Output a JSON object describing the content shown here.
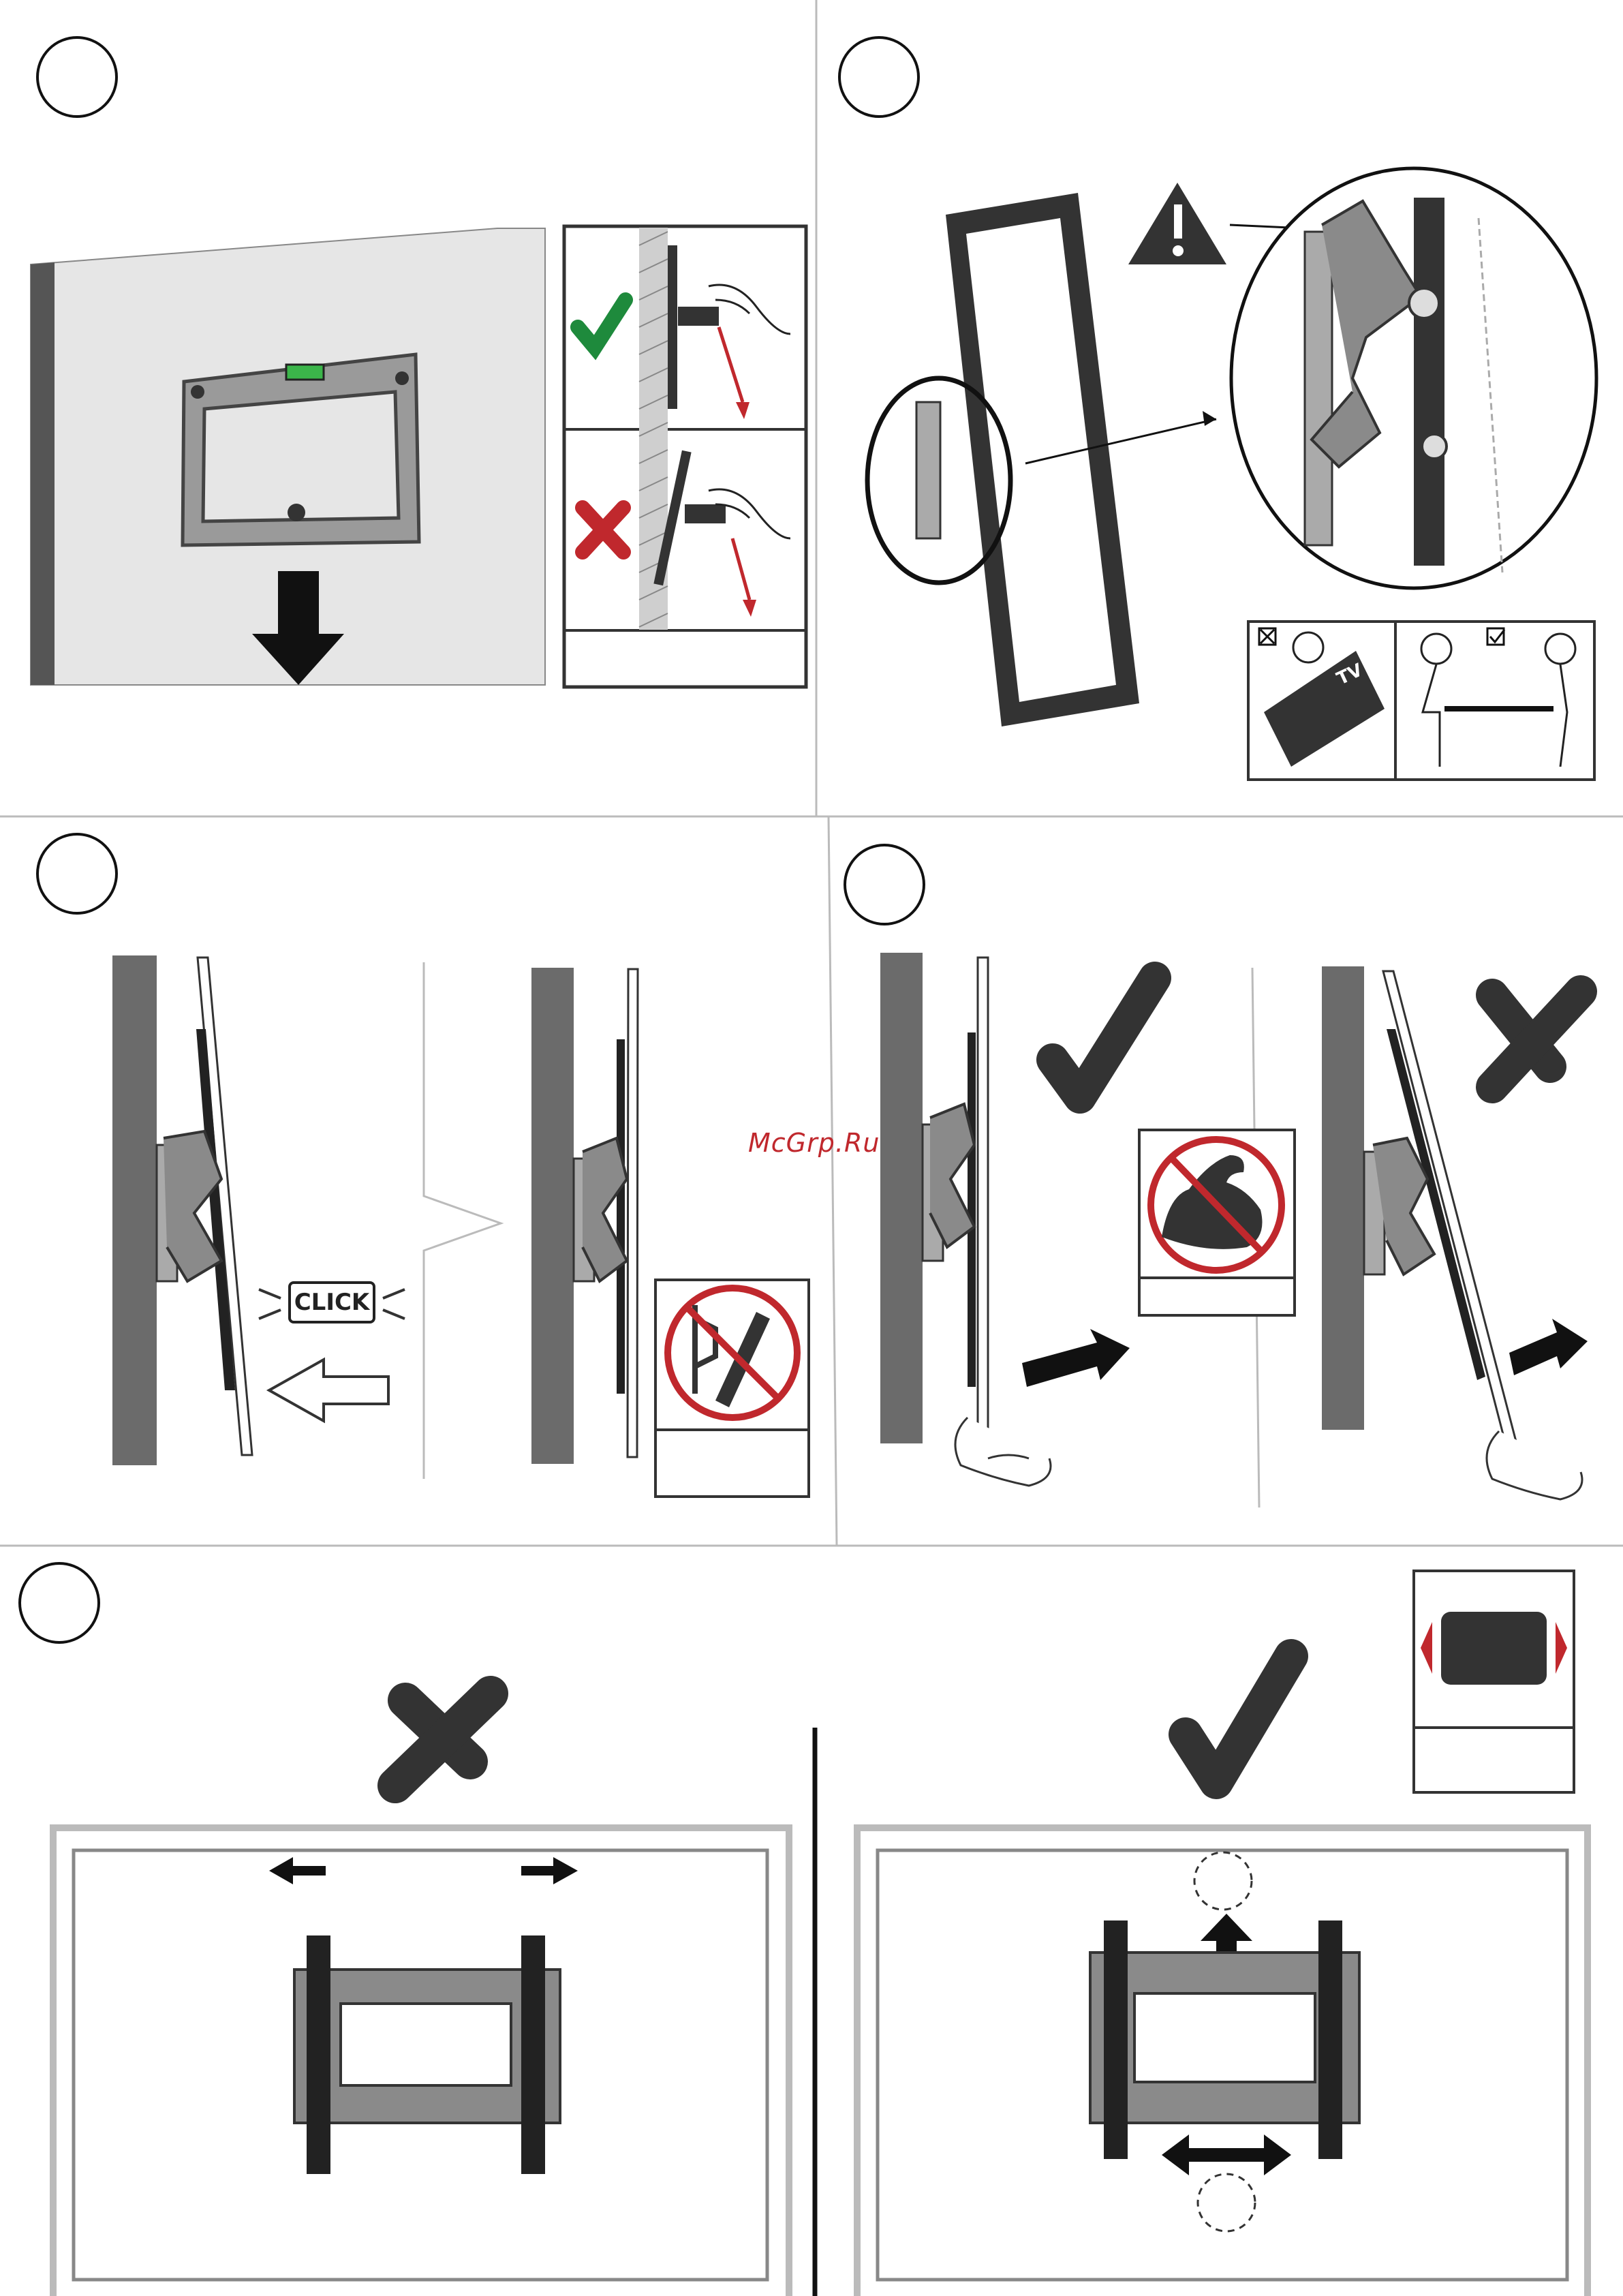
{
  "watermark": "McGrp.Ru",
  "step3": {
    "click_label": "CLICK"
  },
  "step2": {
    "tv_label": "TV"
  },
  "colors": {
    "ok_green": "#1e8a3c",
    "bad_red": "#c0282d",
    "wall_grey": "#6b6b6b",
    "mount_grey": "#8a8a8a",
    "ink": "#1a1a1a"
  },
  "icons": [
    "check-icon",
    "cross-icon",
    "warning-icon",
    "no-tilt-icon",
    "no-force-icon",
    "arrow-down-icon",
    "arrow-left-icon",
    "arrow-right-icon",
    "arrow-up-icon",
    "level-icon"
  ]
}
